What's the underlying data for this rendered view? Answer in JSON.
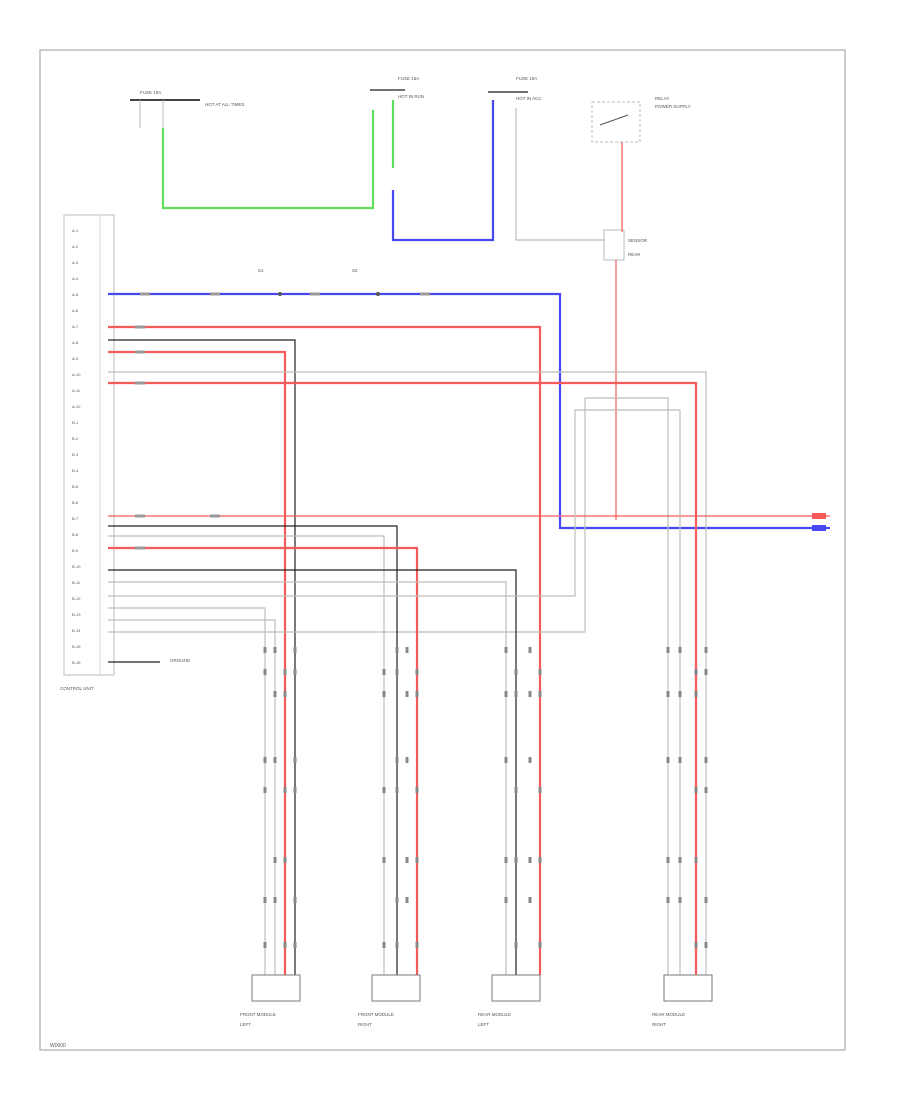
{
  "diagram": {
    "figure_code": "W0000",
    "colors": {
      "red": "#f45a5a",
      "blue": "#4848ee",
      "green": "#5ee05e",
      "gray": "#bdbdbd",
      "black": "#222222",
      "border": "#999999"
    },
    "main_connector": {
      "name": "CONTROL UNIT",
      "pin_labels": [
        "A-1",
        "A-2",
        "A-3",
        "A-4",
        "A-5",
        "A-6",
        "A-7",
        "A-8",
        "A-9",
        "A-10",
        "A-11",
        "A-12",
        "B-1",
        "B-2",
        "B-3",
        "B-4",
        "B-5",
        "B-6",
        "B-7",
        "B-8",
        "B-9",
        "B-10",
        "B-11",
        "B-12",
        "B-13",
        "B-14",
        "B-15",
        "B-16"
      ],
      "side_note": "GROUND"
    },
    "top_components": [
      {
        "name": "FUSE 10A",
        "sub": "HOT AT ALL TIMES"
      },
      {
        "name": "FUSE 15A",
        "sub": "HOT IN RUN"
      },
      {
        "name": "FUSE 10A",
        "sub": "HOT IN ACC"
      },
      {
        "name": "RELAY",
        "sub": "POWER SUPPLY"
      }
    ],
    "sensor_top": {
      "name": "SENSOR",
      "sub": "REAR"
    },
    "splices": [
      "S1",
      "S2"
    ],
    "modules": [
      {
        "name": "FRONT MODULE",
        "line2": "LEFT"
      },
      {
        "name": "FRONT MODULE",
        "line2": "RIGHT"
      },
      {
        "name": "REAR MODULE",
        "line2": "LEFT"
      },
      {
        "name": "REAR MODULE",
        "line2": "RIGHT"
      }
    ],
    "wire_tag": "W"
  }
}
